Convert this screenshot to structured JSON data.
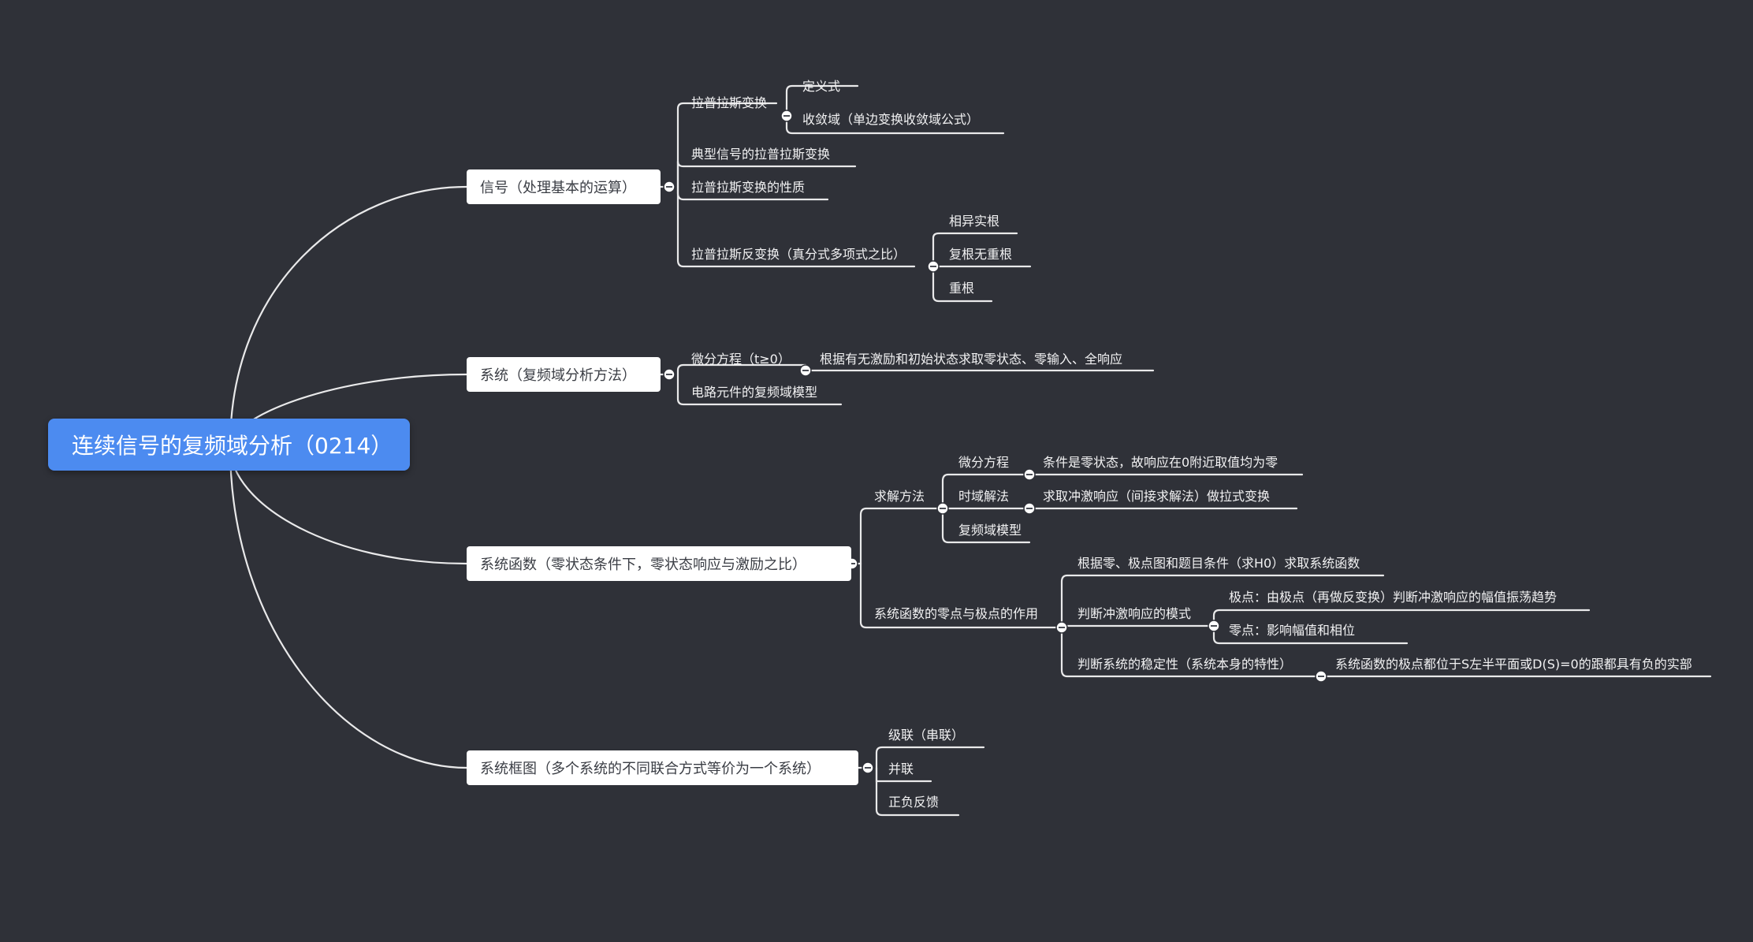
{
  "root": {
    "label": "连续信号的复频域分析（0214）"
  },
  "branches": [
    {
      "label": "信号（处理基本的运算）",
      "children": [
        {
          "label": "拉普拉斯变换",
          "children": [
            "定义式",
            "收敛域（单边变换收敛域公式）"
          ]
        },
        {
          "label": "典型信号的拉普拉斯变换"
        },
        {
          "label": "拉普拉斯变换的性质"
        },
        {
          "label": "拉普拉斯反变换（真分式多项式之比）",
          "children": [
            "相异实根",
            "复根无重根",
            "重根"
          ]
        }
      ]
    },
    {
      "label": "系统（复频域分析方法）",
      "children": [
        {
          "label": "微分方程（t≥0）",
          "children": [
            "根据有无激励和初始状态求取零状态、零输入、全响应"
          ]
        },
        {
          "label": "电路元件的复频域模型"
        }
      ]
    },
    {
      "label": "系统函数（零状态条件下，零状态响应与激励之比）",
      "children": [
        {
          "label": "求解方法",
          "children": [
            {
              "label": "微分方程",
              "child": "条件是零状态，故响应在0附近取值均为零"
            },
            {
              "label": "时域解法",
              "child": "求取冲激响应（间接求解法）做拉式变换"
            },
            {
              "label": "复频域模型"
            }
          ]
        },
        {
          "label": "系统函数的零点与极点的作用",
          "children": [
            {
              "label": "根据零、极点图和题目条件（求H0）求取系统函数"
            },
            {
              "label": "判断冲激响应的模式",
              "children": [
                "极点：由极点（再做反变换）判断冲激响应的幅值振荡趋势",
                "零点：影响幅值和相位"
              ]
            },
            {
              "label": "判断系统的稳定性（系统本身的特性）",
              "child": "系统函数的极点都位于S左半平面或D(S)=0的跟都具有负的实部"
            }
          ]
        }
      ]
    },
    {
      "label": "系统框图（多个系统的不同联合方式等价为一个系统）",
      "children": [
        {
          "label": "级联（串联）"
        },
        {
          "label": "并联"
        },
        {
          "label": "正负反馈"
        }
      ]
    }
  ]
}
